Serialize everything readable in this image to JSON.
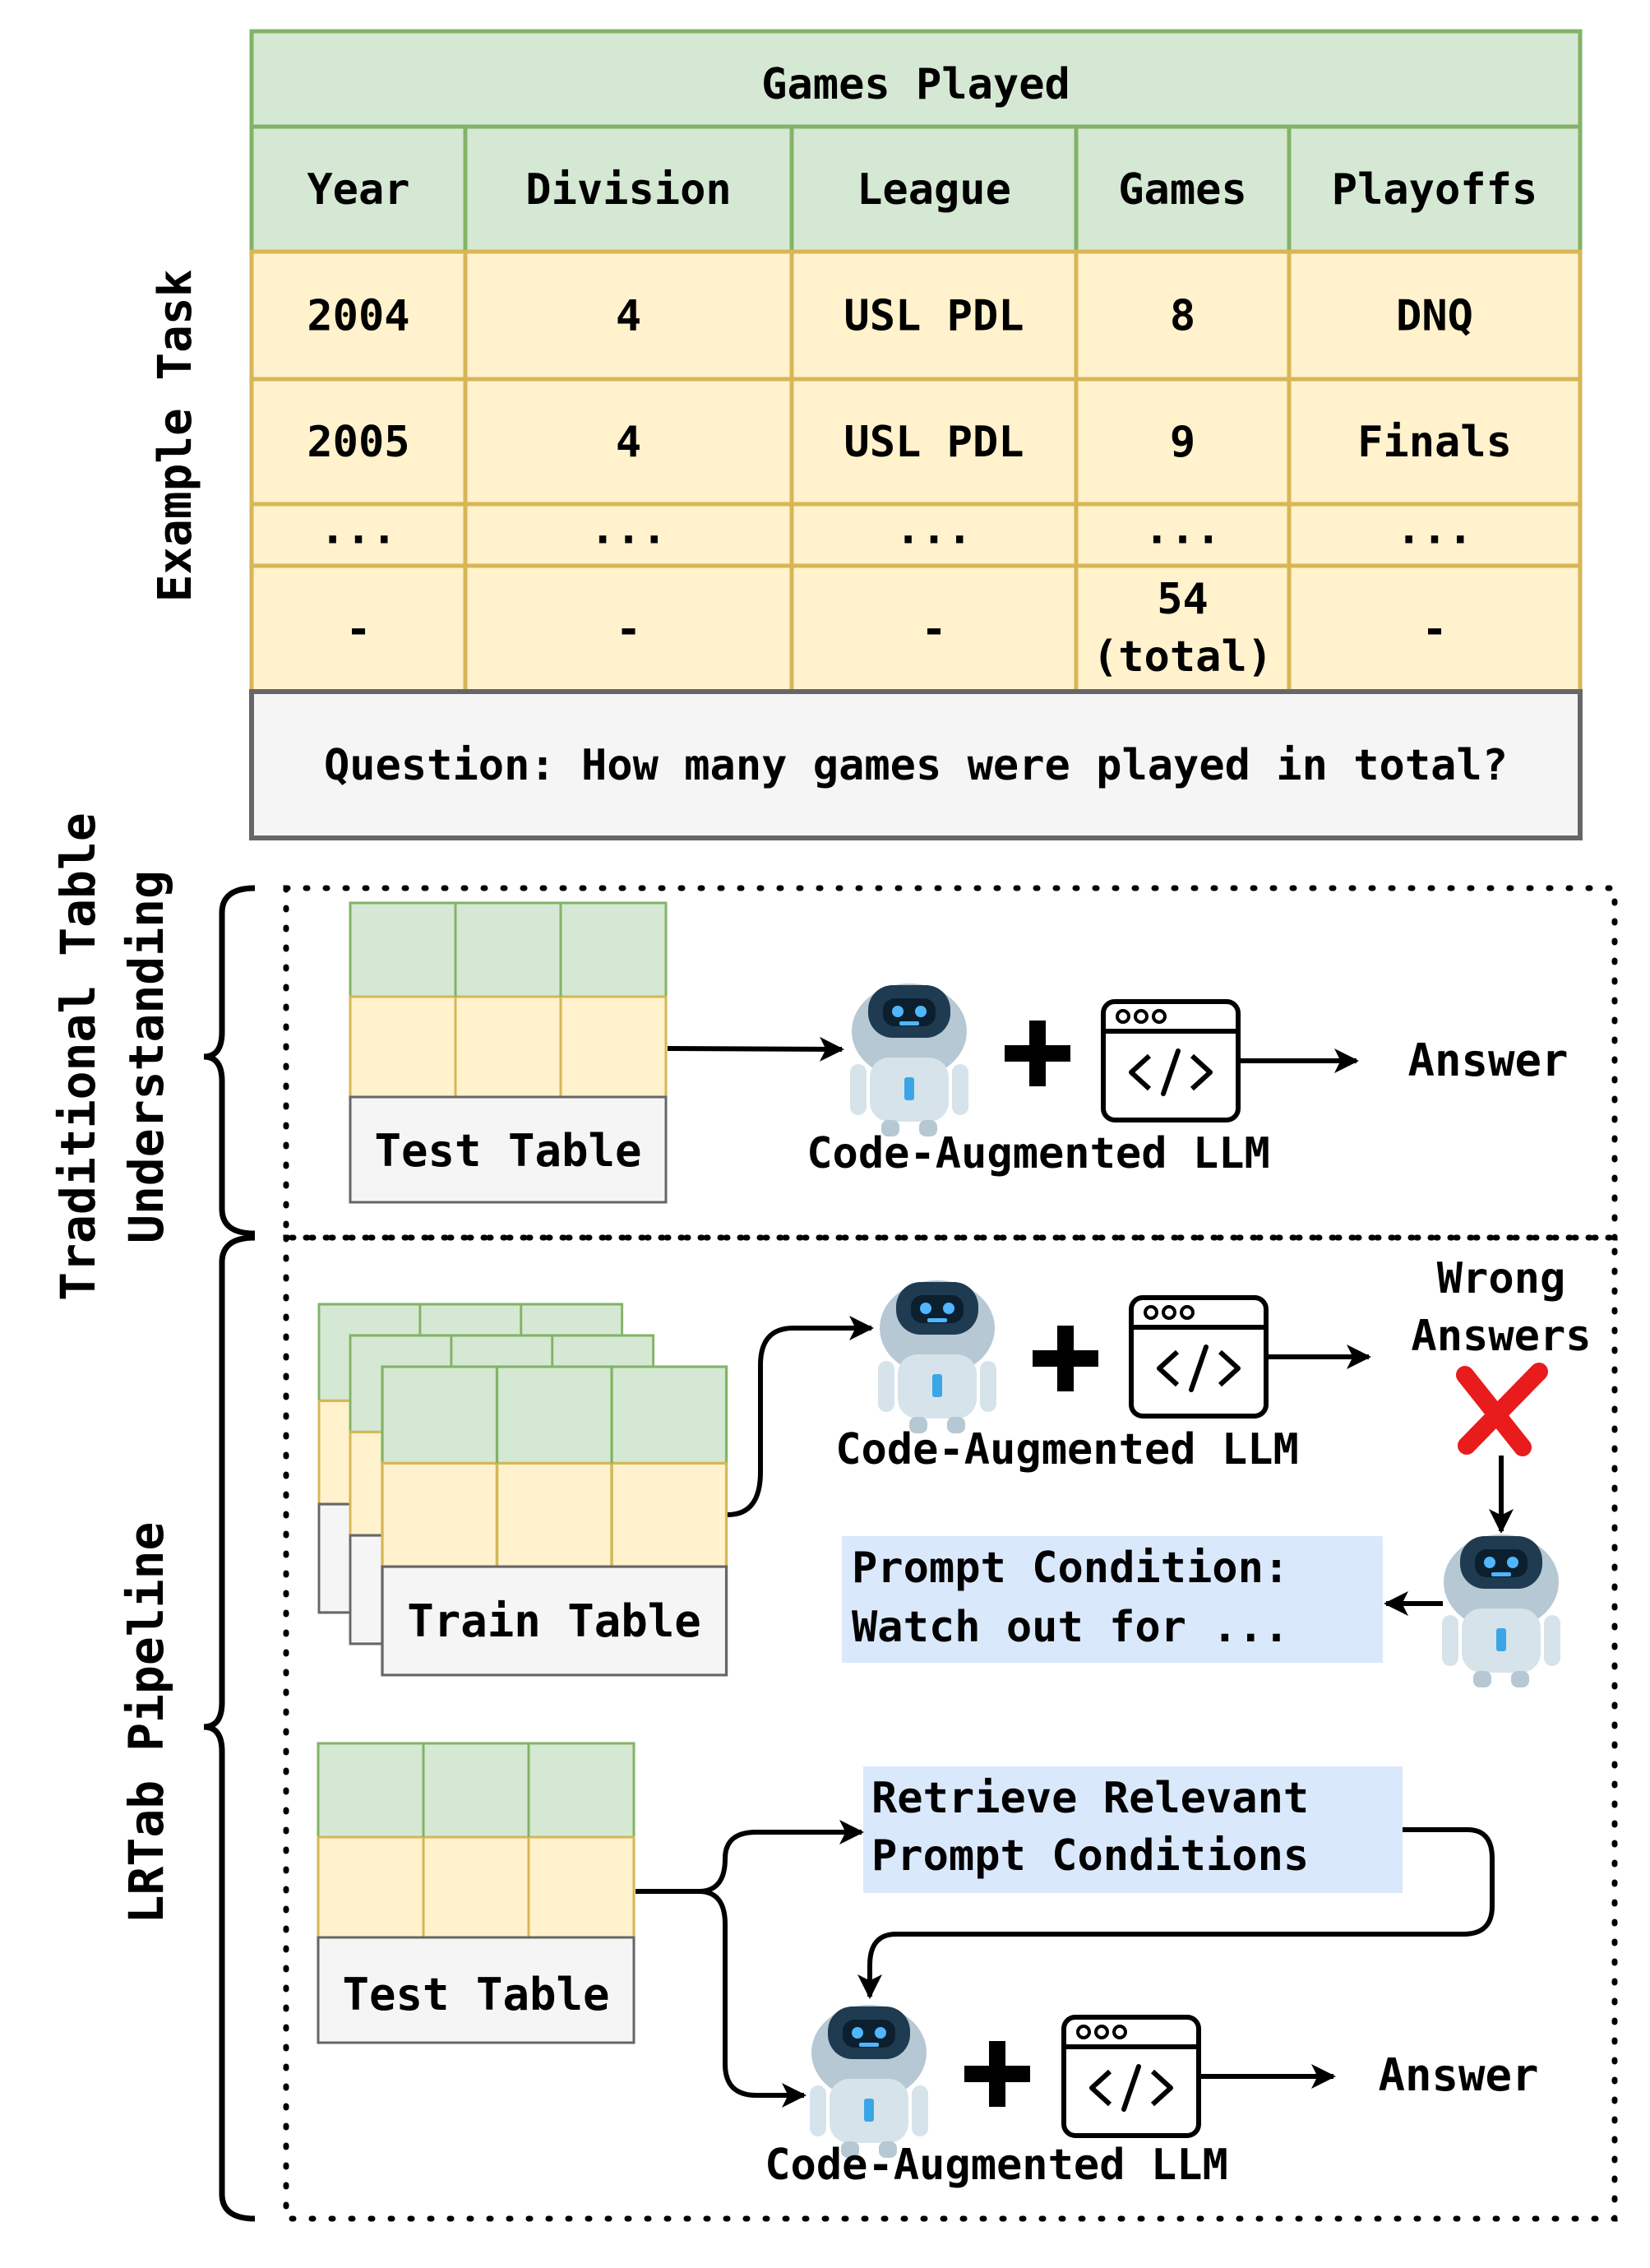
{
  "example": {
    "side_label": "Example Task",
    "table": {
      "title": "Games Played",
      "headers": [
        "Year",
        "Division",
        "League",
        "Games",
        "Playoffs"
      ],
      "rows": [
        [
          "2004",
          "4",
          "USL PDL",
          "8",
          "DNQ"
        ],
        [
          "2005",
          "4",
          "USL PDL",
          "9",
          "Finals"
        ],
        [
          "...",
          "...",
          "...",
          "...",
          "..."
        ],
        [
          "-",
          "-",
          "-",
          "54|(total)",
          "-"
        ]
      ]
    },
    "question": "Question: How many games were played in total?"
  },
  "traditional": {
    "side_label_line1": "Traditional Table",
    "side_label_line2": "Understanding",
    "table_label": "Test Table",
    "llm_label": "Code-Augmented LLM",
    "plus": "+",
    "answer": "Answer"
  },
  "lrtab": {
    "side_label": "LRTab Pipeline",
    "train_table_label": "Train Table",
    "llm_label_train": "Code-Augmented LLM",
    "wrong_line1": "Wrong",
    "wrong_line2": "Answers",
    "cross": "✗",
    "prompt_condition_line1": "Prompt Condition:",
    "prompt_condition_line2": "Watch out for ...",
    "retrieve_line1": "Retrieve Relevant",
    "retrieve_line2": "Prompt Conditions",
    "test_table_label": "Test Table",
    "llm_label_test": "Code-Augmented LLM",
    "plus": "+",
    "answer": "Answer"
  },
  "colors": {
    "header_fill": "#d5e8d4",
    "header_stroke": "#82b366",
    "body_fill": "#fff2cc",
    "body_stroke": "#d6b656",
    "question_fill": "#f5f5f5",
    "question_stroke": "#666666",
    "note_fill": "#dae8fc",
    "cross": "#e81c1c"
  },
  "icons": [
    "robot-icon",
    "code-window-icon",
    "plus-icon",
    "cross-icon",
    "arrow-icon",
    "brace-icon"
  ]
}
